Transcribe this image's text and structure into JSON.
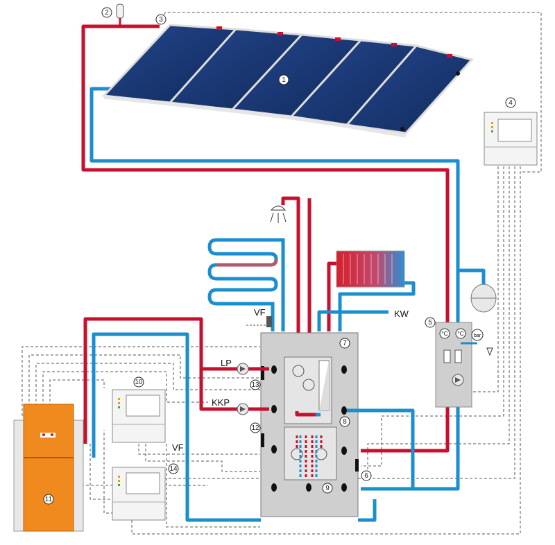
{
  "labels": {
    "n1": "1",
    "n2": "2",
    "n3": "3",
    "n4": "4",
    "n5": "5",
    "n6": "6",
    "n7": "7",
    "n8": "8",
    "n9": "9",
    "n10": "10",
    "n11": "11",
    "n12": "12",
    "n13": "13",
    "n14": "14",
    "lp": "LP",
    "kkp": "KKP",
    "vf_top": "VF",
    "vf_controller": "VF",
    "kw": "KW",
    "temp_a": "°C",
    "temp_b": "°C",
    "bar": "bar"
  },
  "colors": {
    "hot_pipe": "#c8102e",
    "cold_pipe": "#1a8fd0",
    "collector": "#1c3a7a",
    "boiler": "#f08a1e",
    "tank": "#cfcfcf"
  }
}
